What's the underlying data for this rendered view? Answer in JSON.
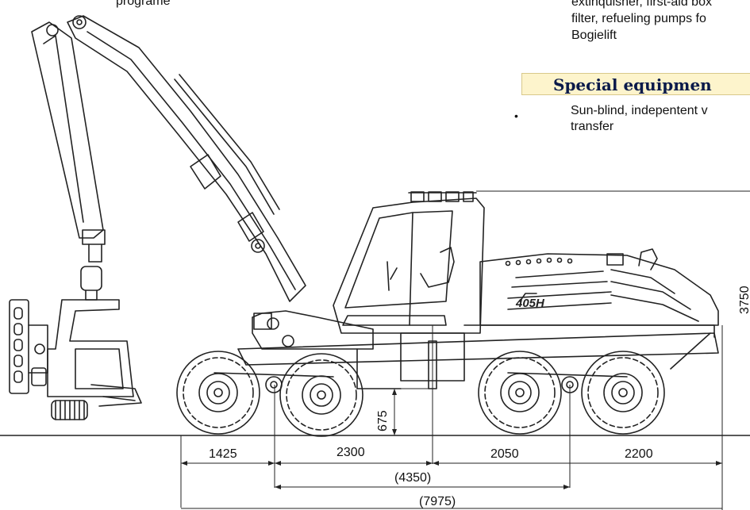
{
  "text": {
    "top_left": "programe",
    "top_right_line1": "extinquisher, first-aid box",
    "top_right_line2": "filter, refueling pumps fo",
    "top_right_line3": "Bogielift",
    "special_heading": "Special equipmen",
    "bullet_symbol": "•",
    "special_line1": "Sun-blind, indepentent v",
    "special_line2": "transfer",
    "machine_label": "405H"
  },
  "dimensions": {
    "d1425": "1425",
    "d2300": "2300",
    "d2050": "2050",
    "d2200": "2200",
    "d4350": "(4350)",
    "d7975": "(7975)",
    "d675": "675",
    "d3750": "3750"
  }
}
